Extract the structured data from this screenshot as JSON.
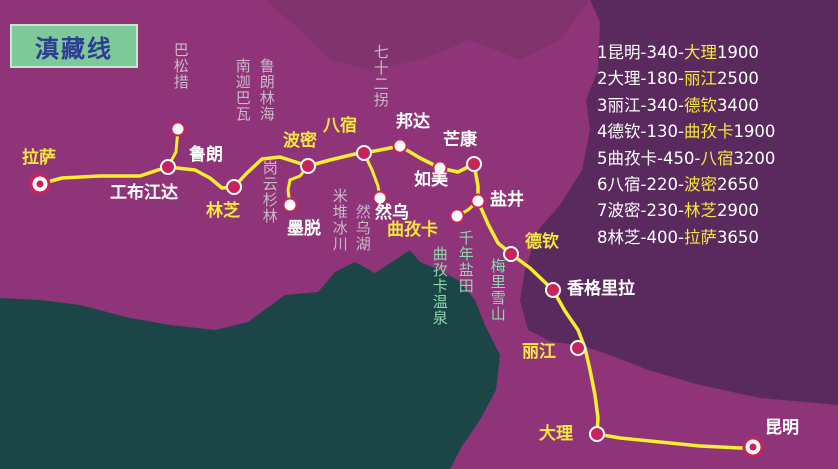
{
  "title": "滇藏线",
  "legend": [
    {
      "num": "1",
      "from": "昆明",
      "dist": "340",
      "to": "大理",
      "alt": "1900"
    },
    {
      "num": "2",
      "from": "大理",
      "dist": "180",
      "to": "丽江",
      "alt": "2500"
    },
    {
      "num": "3",
      "from": "丽江",
      "dist": "340",
      "to": "德钦",
      "alt": "3400"
    },
    {
      "num": "4",
      "from": "德钦",
      "dist": "130",
      "to": "曲孜卡",
      "alt": "1900"
    },
    {
      "num": "5",
      "from": "曲孜卡",
      "dist": "450",
      "to": "八宿",
      "alt": "3200"
    },
    {
      "num": "6",
      "from": "八宿",
      "dist": "220",
      "to": "波密",
      "alt": "2650"
    },
    {
      "num": "7",
      "from": "波密",
      "dist": "230",
      "to": "林芝",
      "alt": "2900"
    },
    {
      "num": "8",
      "from": "林芝",
      "dist": "400",
      "to": "拉萨",
      "alt": "3650"
    }
  ],
  "cities": {
    "lhasa": "拉萨",
    "gongbu": "工布江达",
    "lulang": "鲁朗",
    "nyingchi": "林芝",
    "bomi": "波密",
    "motuo": "墨脱",
    "basu": "八宿",
    "bangda": "邦达",
    "rumei": "如美",
    "ranwu": "然乌",
    "markam": "芒康",
    "yanjing": "盐井",
    "quzika": "曲孜卡",
    "deqin": "德钦",
    "shangrila": "香格里拉",
    "lijiang": "丽江",
    "dali": "大理",
    "kunming": "昆明"
  },
  "sights": {
    "basongcuo": "巴松措",
    "nanjiabawa": "南迦巴瓦",
    "lulanglinhai": "鲁朗林海",
    "gangyunshanlin": "岗云杉林",
    "qishierguai": "七十二拐",
    "miduibingchuan": "米堆冰川",
    "ranwuhu": "然乌湖",
    "qianniandiantian": "千年盐田",
    "quzikawenquan": "曲孜卡温泉",
    "meilixueshan": "梅里雪山"
  },
  "colors": {
    "land": "#8f3478",
    "sea": "#1c4547",
    "route": "#f7ee2f",
    "node": "#c8245a",
    "accent": "#f5e640"
  }
}
